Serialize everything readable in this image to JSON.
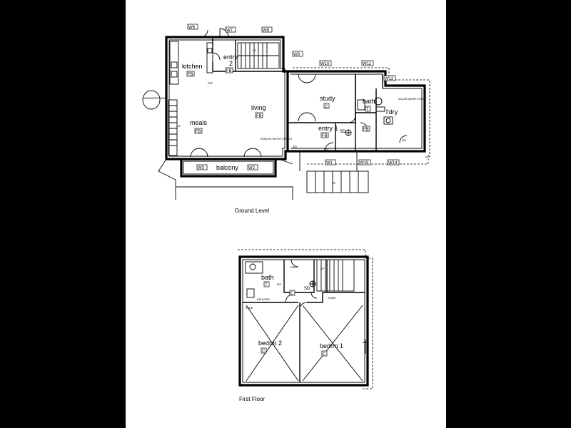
{
  "ground": {
    "caption": "Ground Level",
    "rooms": {
      "kitchen": "kitchen",
      "entry2": "entry",
      "entry2_num": "2",
      "living": "living",
      "meals": "meals",
      "study": "study",
      "bath": "bath",
      "laundry": "l'dry",
      "entry1": "entry 1",
      "balcony": "balcony"
    },
    "codes": {
      "kitchen": "FB",
      "entry2": "FB",
      "living": "FB",
      "meals": "FB",
      "study": "C",
      "entry1": "FB",
      "bath": "T",
      "laundry": "FB"
    },
    "windows": {
      "w6": "W6",
      "w7": "W7",
      "w8": "W8",
      "w9": "W9",
      "w10": "W10",
      "w11": "W11",
      "w12": "W12",
      "w3": "W3",
      "w2": "W2",
      "w1": "W1",
      "w15": "W15",
      "w14": "W14"
    },
    "notes": {
      "tank": "RAINWATER TANK",
      "hotwater": "SOLAR WATER OVER",
      "remove_meter": "REMOVE METER OWNER",
      "ref": "REF",
      "up1": "UP",
      "up2": "UP",
      "up3": "UP",
      "sd": "SD",
      "d820a": "820",
      "d820b": "820",
      "d820c": "820"
    }
  },
  "first": {
    "caption": "First Floor",
    "rooms": {
      "bath": "bath",
      "bedrm2": "bedrm 2",
      "bedrm1": "bedrm 1"
    },
    "codes": {
      "bath": "T",
      "bath_c": "C",
      "bedrm2": "C",
      "bedrm1": "C"
    },
    "notes": {
      "cpbd": "CPBD",
      "sd": "SD",
      "bath_shr": "BATH/SHR",
      "robe_a": "ROBE",
      "robe_b": "ROBE",
      "up": "UP",
      "d820": "820"
    }
  }
}
